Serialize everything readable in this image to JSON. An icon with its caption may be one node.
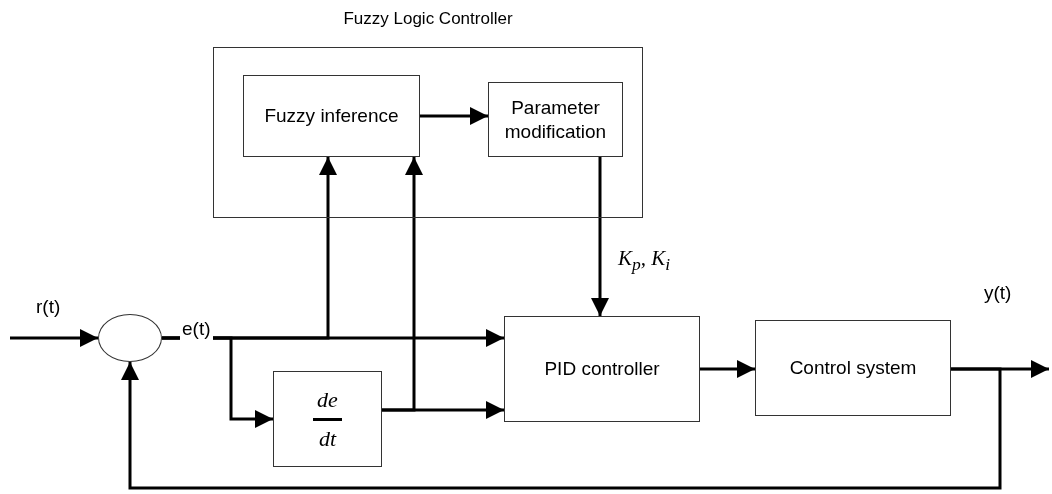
{
  "diagram": {
    "nodes": [
      {
        "text": [
          "Fuzzy Logic Controller"
        ]
      },
      {
        "text": [
          "Fuzzy inference"
        ],
        "in": 0
      },
      {
        "text": [
          "Parameter modification"
        ],
        "in": 0
      },
      {
        "text": [],
        "shape": "circle"
      },
      {
        "text": [
          "de",
          "dt"
        ]
      },
      {
        "text": [
          "PID controller"
        ]
      },
      {
        "text": [
          "Control system"
        ]
      }
    ],
    "edges": [
      {
        "from": null,
        "to": 3,
        "arrow": "to",
        "label": "r(t)"
      },
      {
        "from": 3,
        "to": 5,
        "arrow": "to",
        "label": "e(t)"
      },
      {
        "from": 3,
        "to": 1,
        "arrow": "to"
      },
      {
        "from": 3,
        "to": 4,
        "arrow": "to"
      },
      {
        "from": 4,
        "to": 5,
        "arrow": "to"
      },
      {
        "from": 4,
        "to": 1,
        "arrow": "to"
      },
      {
        "from": 1,
        "to": 2,
        "arrow": "to"
      },
      {
        "from": 2,
        "to": 5,
        "arrow": "to",
        "label": "K$_{p}$, K$_{i}$"
      },
      {
        "from": 5,
        "to": 6,
        "arrow": "to"
      },
      {
        "from": 6,
        "to": null,
        "arrow": "to",
        "label": "y(t)"
      },
      {
        "from": 6,
        "to": 3,
        "arrow": "to"
      }
    ]
  }
}
